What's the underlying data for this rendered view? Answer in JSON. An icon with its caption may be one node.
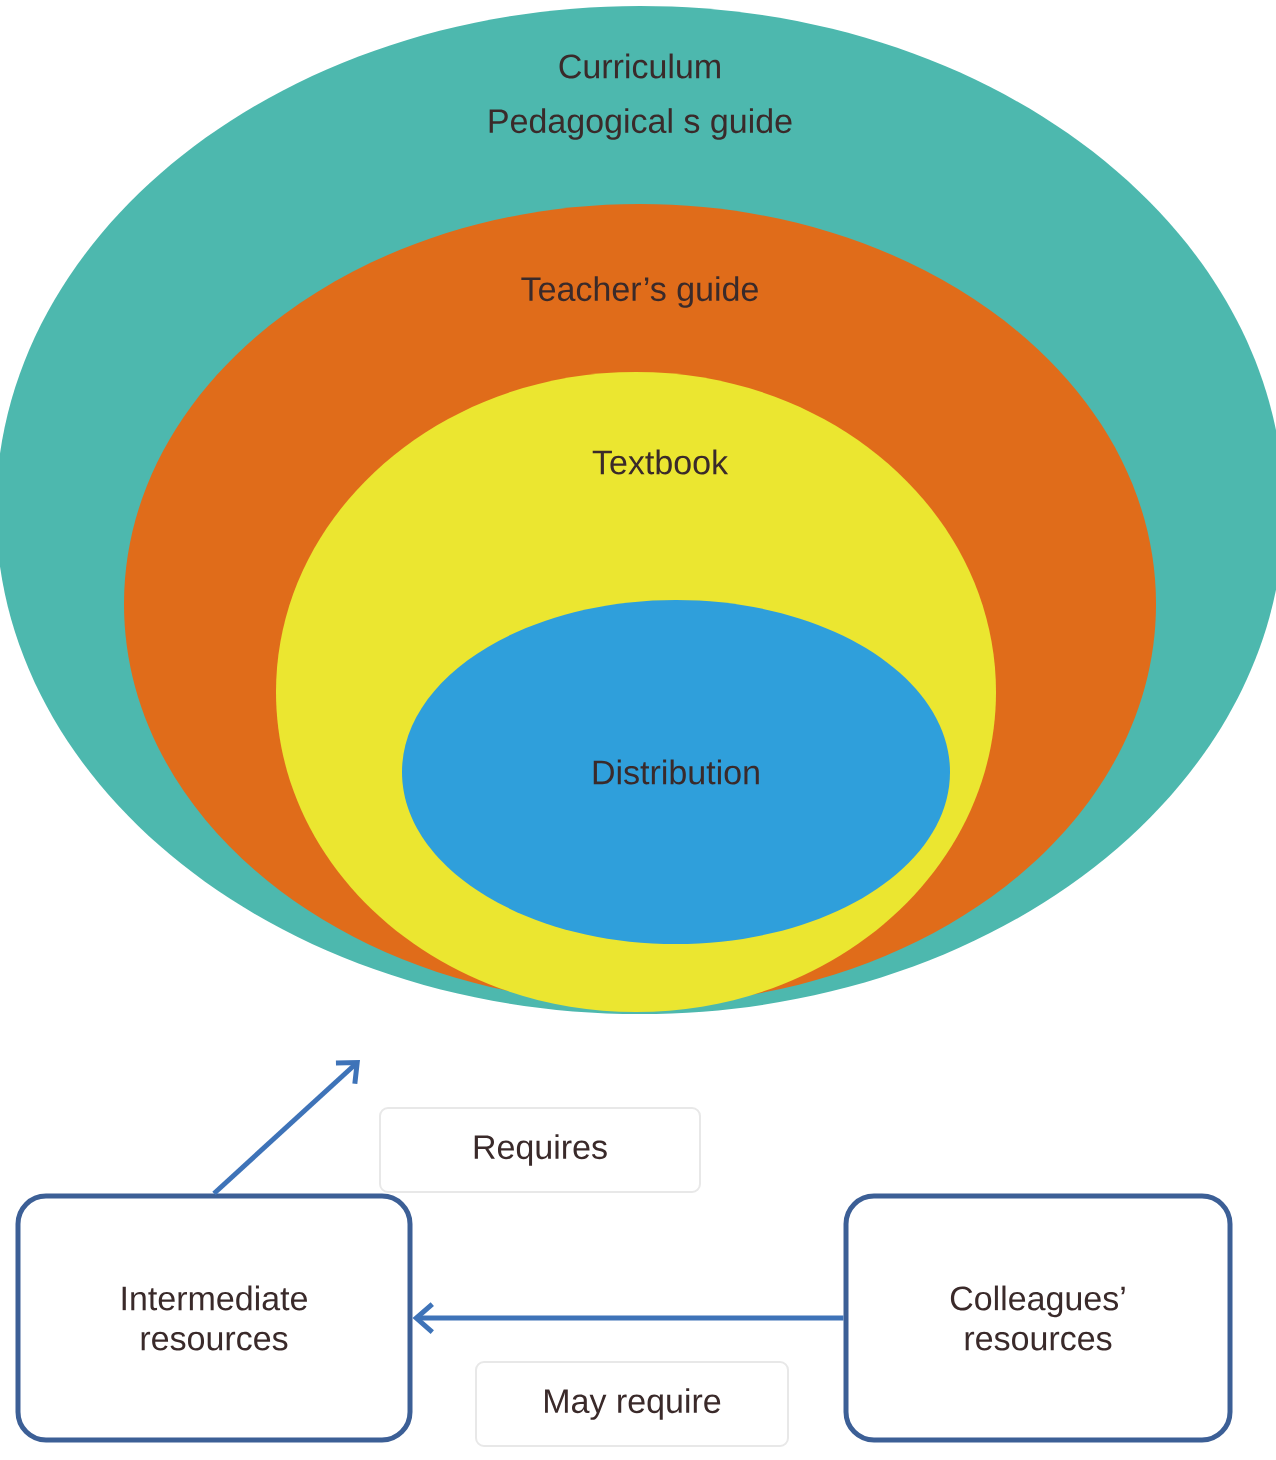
{
  "diagram": {
    "nodes": [
      {
        "text": [
          "Curriculum",
          "Pedagogical s guide"
        ]
      },
      {
        "text": [
          "Teacher’s guide"
        ],
        "in": 0
      },
      {
        "text": [
          "Textbook"
        ],
        "in": 1
      },
      {
        "text": [
          "Distribution"
        ],
        "in": 2
      },
      {
        "text": [
          "Intermediate resources"
        ]
      },
      {
        "text": [
          "Colleagues’ resources"
        ]
      }
    ],
    "edges": [
      {
        "from": 4,
        "to": null,
        "arrow": "to",
        "label": "Requires"
      },
      {
        "from": 5,
        "to": 4,
        "arrow": "to",
        "label": "May require"
      }
    ]
  }
}
